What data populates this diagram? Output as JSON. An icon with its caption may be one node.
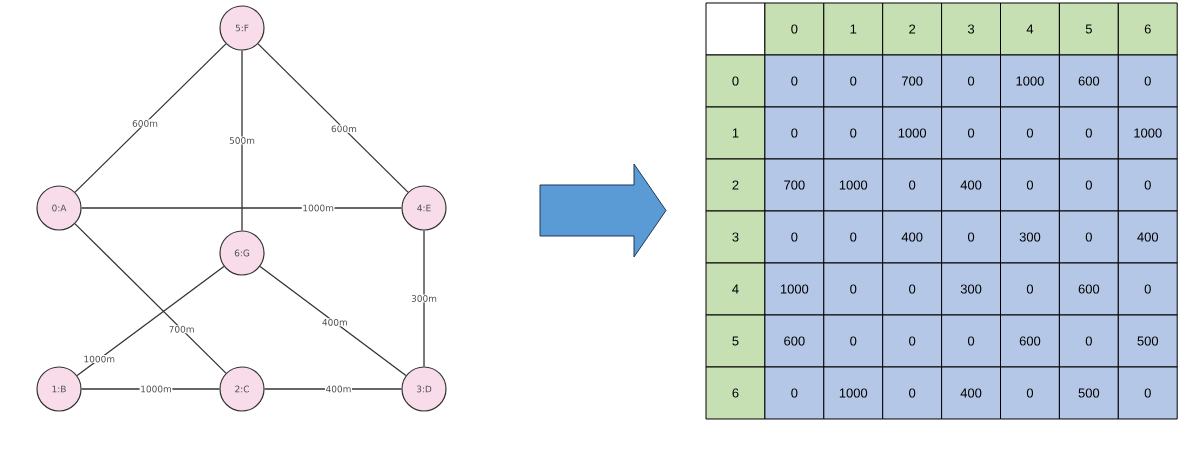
{
  "diagram": {
    "nodes": [
      {
        "text": [
          "5:F"
        ]
      },
      {
        "text": [
          "0:A"
        ]
      },
      {
        "text": [
          "4:E"
        ]
      },
      {
        "text": [
          "6:G"
        ]
      },
      {
        "text": [
          "1:B"
        ]
      },
      {
        "text": [
          "2:C"
        ]
      },
      {
        "text": [
          "3:D"
        ]
      }
    ],
    "edges": [
      {
        "from": 1,
        "to": 0,
        "arrow": "none",
        "label": "600m"
      },
      {
        "from": 0,
        "to": 3,
        "arrow": "none",
        "label": "500m"
      },
      {
        "from": 0,
        "to": 2,
        "arrow": "none",
        "label": "600m"
      },
      {
        "from": 1,
        "to": 2,
        "arrow": "none",
        "label": "1000m"
      },
      {
        "from": 3,
        "to": 4,
        "arrow": "none",
        "label": "1000m"
      },
      {
        "from": 1,
        "to": 5,
        "arrow": "none",
        "label": "700m"
      },
      {
        "from": 3,
        "to": 6,
        "arrow": "none",
        "label": "400m"
      },
      {
        "from": 2,
        "to": 6,
        "arrow": "none",
        "label": "300m"
      },
      {
        "from": 4,
        "to": 5,
        "arrow": "none",
        "label": "1000m"
      },
      {
        "from": 5,
        "to": 6,
        "arrow": "none",
        "label": "400m"
      }
    ],
    "labels": [
      "0",
      "1",
      "2",
      "3",
      "4",
      "5",
      "6",
      "0",
      "0",
      "0",
      "700",
      "0",
      "1000",
      "600",
      "0",
      "1",
      "0",
      "0",
      "1000",
      "0",
      "0",
      "0",
      "1000",
      "2",
      "700",
      "1000",
      "0",
      "400",
      "0",
      "0",
      "0",
      "3",
      "0",
      "0",
      "400",
      "0",
      "300",
      "0",
      "400",
      "4",
      "1000",
      "0",
      "0",
      "300",
      "0",
      "600",
      "0",
      "5",
      "600",
      "0",
      "0",
      "0",
      "600",
      "0",
      "500",
      "6",
      "0",
      "1000",
      "0",
      "400",
      "0",
      "500",
      "0"
    ]
  }
}
